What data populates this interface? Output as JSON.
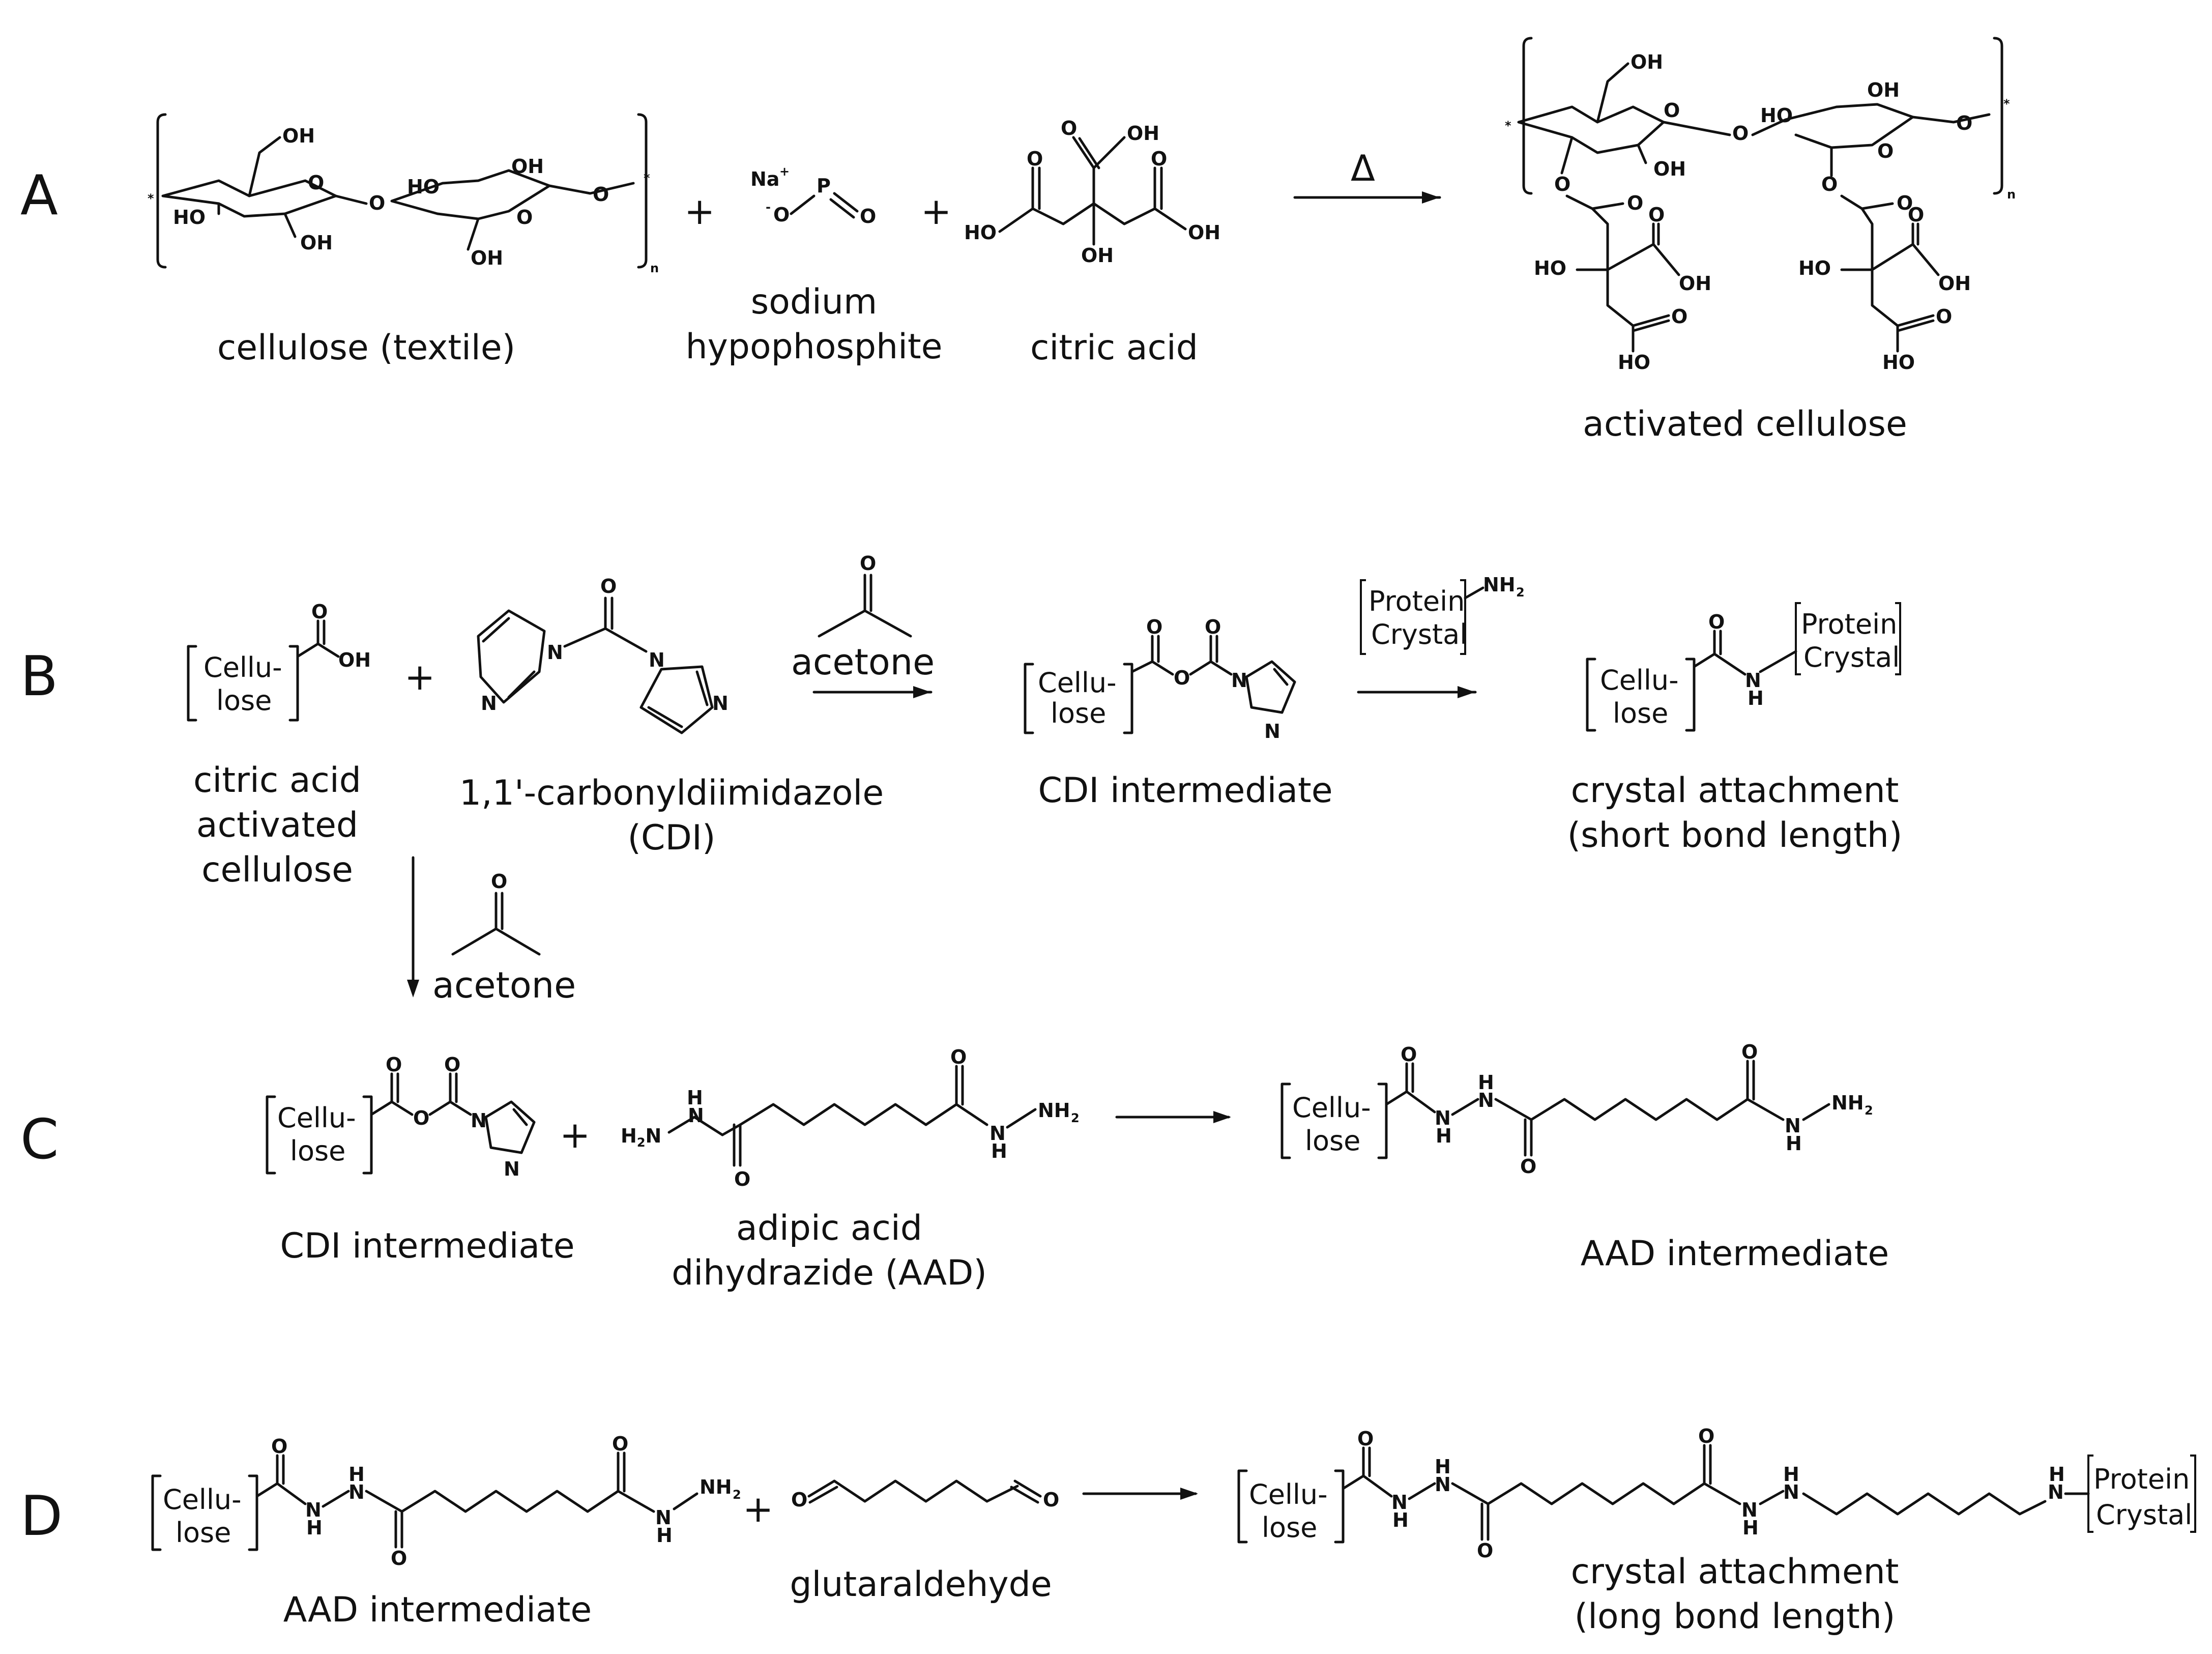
{
  "panels": [
    {
      "id": "A",
      "label": "A"
    },
    {
      "id": "B",
      "label": "B"
    },
    {
      "id": "C",
      "label": "C"
    },
    {
      "id": "D",
      "label": "D"
    }
  ],
  "compound_labels": {
    "a_cellulose": "cellulose (textile)",
    "a_hypophosphite": "sodium\nhypophosphite",
    "a_citric": "citric acid",
    "a_activated": "activated cellulose",
    "b_cca": "citric acid\nactivated\ncellulose",
    "b_cdi": "1,1'-carbonyldiimidazole\n(CDI)",
    "b_cdi_int": "CDI intermediate",
    "b_attach_short": "crystal attachment\n(short bond length)",
    "c_cdi_int": "CDI intermediate",
    "c_aad": "adipic acid\ndihydrazide (AAD)",
    "c_aad_int": "AAD intermediate",
    "d_aad_int": "AAD intermediate",
    "d_glut": "glutaraldehyde",
    "d_attach_long": "crystal attachment\n(long bond length)"
  },
  "reagents": {
    "heat": "Δ",
    "solvent": "acetone"
  },
  "placeholders": {
    "cellulose_top": "Cellu-",
    "cellulose_bottom": "lose",
    "protein_top": "Protein",
    "protein_bottom": "Crystal"
  },
  "atoms": {
    "OH": "OH",
    "HO": "HO",
    "O": "O",
    "N": "N",
    "H": "H",
    "P": "P",
    "NH2": "NH",
    "sub2": "2",
    "Na": "Na",
    "plus_sup": "+",
    "minus_sup": "-",
    "n": "n",
    "star": "*"
  },
  "operators": {
    "plus": "+"
  }
}
